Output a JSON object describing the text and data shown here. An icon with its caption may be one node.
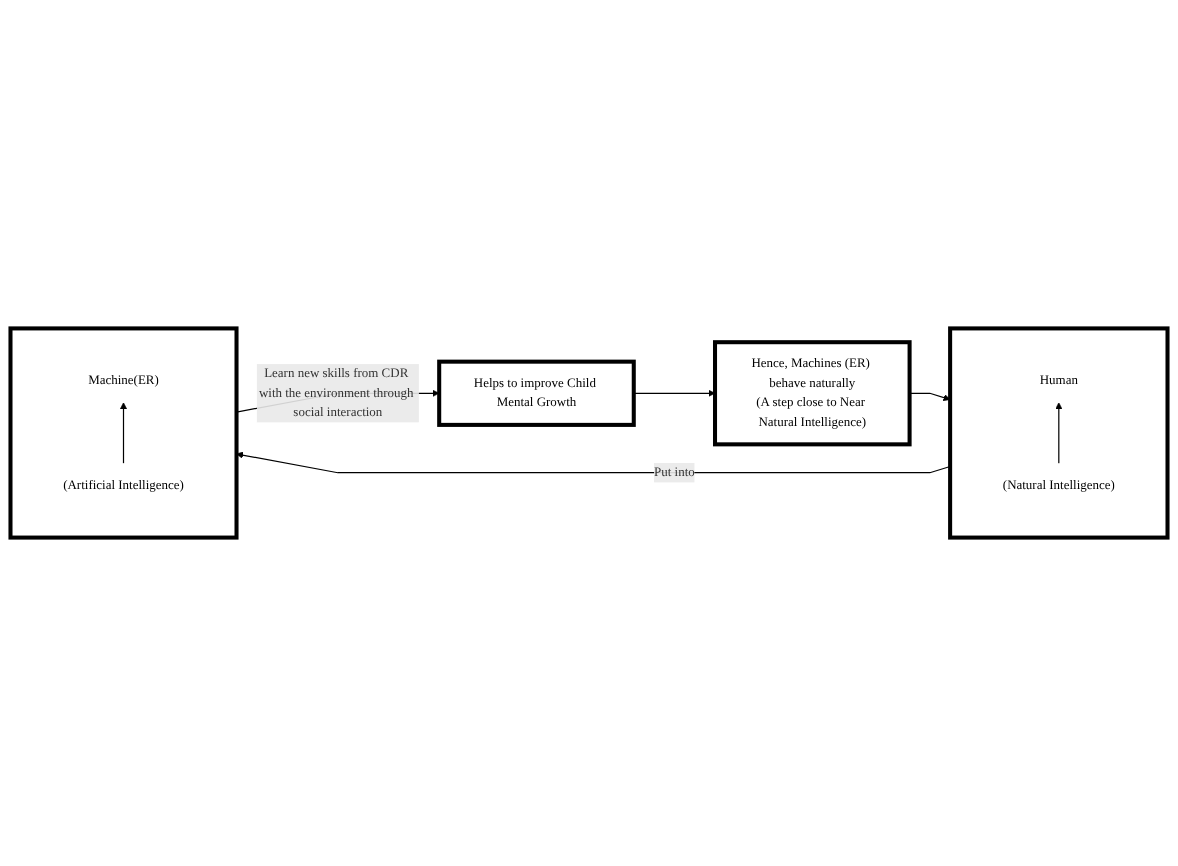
{
  "diagram": {
    "nodes": [
      {
        "text": [],
        "shape": "box"
      },
      {
        "text": [
          "Human"
        ],
        "in": 0
      },
      {
        "text": [
          "(Natural Intelligence)"
        ],
        "in": 0
      },
      {
        "text": [],
        "shape": "box"
      },
      {
        "text": [
          "Machine(ER)"
        ],
        "in": 3
      },
      {
        "text": [
          "(Artificial Intelligence)"
        ],
        "in": 3
      },
      {
        "text": [
          "Helps to improve Child Mental Growth"
        ]
      },
      {
        "text": [
          "Hence, Machines (ER) behave naturally",
          "(A step close to Near Natural Intelligence)"
        ]
      }
    ],
    "edges": [
      {
        "from": 2,
        "to": 1,
        "arrow": "to"
      },
      {
        "from": 5,
        "to": 4,
        "arrow": "to"
      },
      {
        "from": 0,
        "to": 3,
        "arrow": "to",
        "label": "Put into"
      },
      {
        "from": 3,
        "to": 6,
        "arrow": "to",
        "label": "Learn new skills from CDR with the environment through social interaction"
      },
      {
        "from": 6,
        "to": 7,
        "arrow": "to"
      },
      {
        "from": 7,
        "to": 0,
        "arrow": "to"
      }
    ]
  }
}
